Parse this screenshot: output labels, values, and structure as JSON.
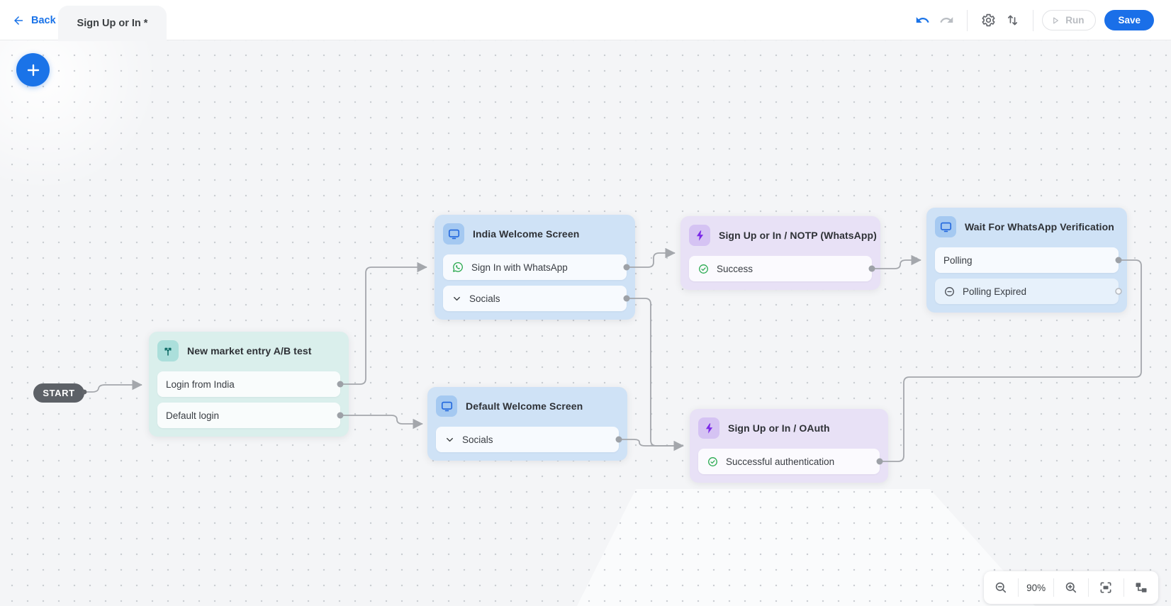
{
  "header": {
    "back_label": "Back",
    "tab_title": "Sign Up or In *",
    "run_label": "Run",
    "save_label": "Save"
  },
  "canvas": {
    "start_label": "START",
    "zoom_level": "90%"
  },
  "nodes": [
    {
      "id": "ab-test",
      "variant": "teal",
      "icon": "split-branch-icon",
      "title": "New market entry A/B test",
      "rows": [
        {
          "label": "Login from India"
        },
        {
          "label": "Default login"
        }
      ]
    },
    {
      "id": "india-welcome",
      "variant": "blue",
      "icon": "screen-icon",
      "title": "India Welcome Screen",
      "rows": [
        {
          "label": "Sign In with WhatsApp",
          "icon": "whatsapp-icon"
        },
        {
          "label": "Socials",
          "icon": "chevron-down-icon"
        }
      ]
    },
    {
      "id": "default-welcome",
      "variant": "blue",
      "icon": "screen-icon",
      "title": "Default Welcome Screen",
      "rows": [
        {
          "label": "Socials",
          "icon": "chevron-down-icon"
        }
      ]
    },
    {
      "id": "notp-whatsapp",
      "variant": "purple",
      "icon": "lightning-icon",
      "title": "Sign Up or In / NOTP (WhatsApp)",
      "rows": [
        {
          "label": "Success",
          "icon": "check-circle-icon"
        }
      ]
    },
    {
      "id": "oauth",
      "variant": "purple",
      "icon": "lightning-icon",
      "title": "Sign Up or In / OAuth",
      "rows": [
        {
          "label": "Successful authentication",
          "icon": "check-circle-icon"
        }
      ]
    },
    {
      "id": "wait-whatsapp-verification",
      "variant": "blue",
      "icon": "screen-icon",
      "title": "Wait For WhatsApp Verification",
      "rows": [
        {
          "label": "Polling"
        },
        {
          "label": "Polling Expired",
          "icon": "minus-circle-icon",
          "handle": "open"
        }
      ]
    }
  ],
  "edges": [
    {
      "from": "START",
      "to": "ab-test"
    },
    {
      "from": "ab-test / Login from India",
      "to": "india-welcome"
    },
    {
      "from": "ab-test / Default login",
      "to": "default-welcome"
    },
    {
      "from": "india-welcome / Sign In with WhatsApp",
      "to": "notp-whatsapp"
    },
    {
      "from": "india-welcome / Socials",
      "to": "oauth"
    },
    {
      "from": "default-welcome / Socials",
      "to": "oauth"
    },
    {
      "from": "notp-whatsapp / Success",
      "to": "wait-whatsapp-verification"
    },
    {
      "from": "oauth / Successful authentication",
      "to": "wait-whatsapp-verification / Polling"
    }
  ],
  "colors": {
    "accent_blue": "#1a73e8",
    "save_button": "#1a6fe8",
    "canvas_bg": "#f4f5f7",
    "edge_gray": "#a4a7ac",
    "node_teal": "#daefec",
    "node_blue": "#cfe2f6",
    "node_purple": "#e8e1f6",
    "whatsapp_green": "#23a648",
    "start_pill": "#5d6167"
  },
  "icons": [
    "back-arrow-icon",
    "undo-icon",
    "redo-icon",
    "gear-icon",
    "swap-vertical-icon",
    "play-icon",
    "plus-icon",
    "zoom-out-icon",
    "zoom-in-icon",
    "fit-view-icon",
    "auto-layout-icon"
  ]
}
